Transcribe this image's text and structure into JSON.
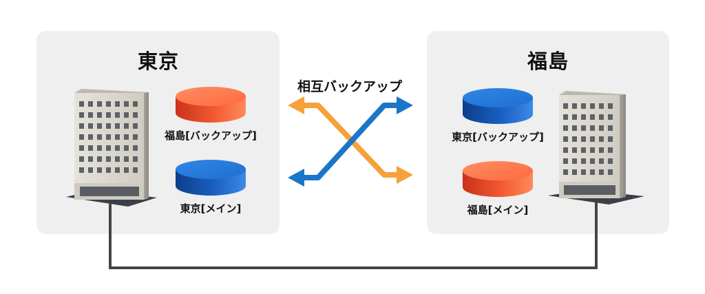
{
  "sites": {
    "left": {
      "title": "東京",
      "backup_label": "福島[バックアップ]",
      "main_label": "東京[メイン]"
    },
    "right": {
      "title": "福島",
      "backup_label": "東京[バックアップ]",
      "main_label": "福島[メイン]"
    }
  },
  "center": {
    "label": "相互バックアップ"
  },
  "colors": {
    "orange": "#ff6a3d",
    "blue": "#1e6fd0",
    "arrow_orange": "#f6a13a",
    "arrow_blue": "#1976c8",
    "panel": "#efefef",
    "link_line": "#444444"
  }
}
